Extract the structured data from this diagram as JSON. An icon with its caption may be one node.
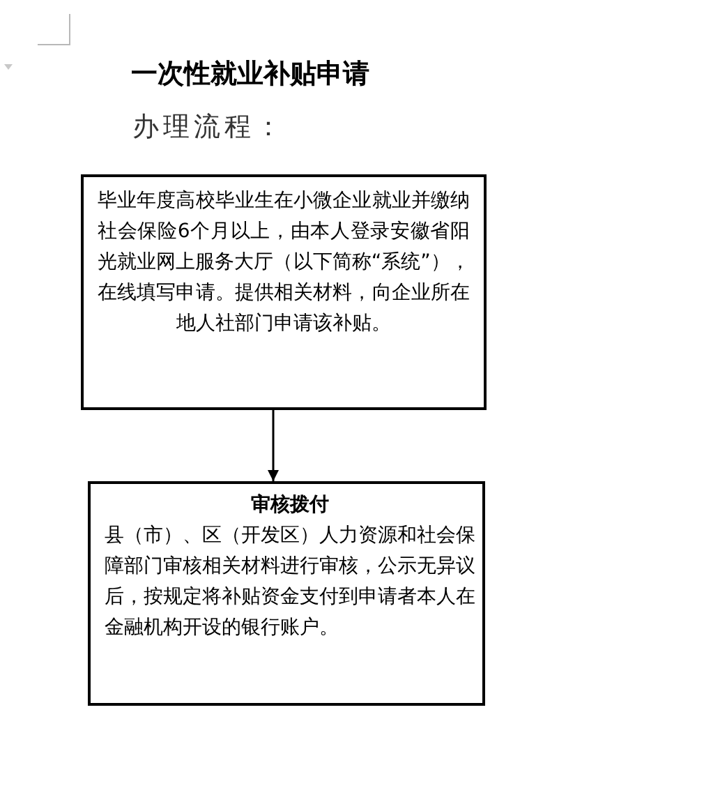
{
  "diagram": {
    "title": "一次性就业补贴申请",
    "nodes": [
      {
        "text": [
          "毕业年度高校毕业生在小微企业就业并缴纳社会保险6个月以上，由本人登录安徽省阳光就业网上服务大厅（以下简称“系统”），在线填写申请。提供相关材料，向企业所在地人社部门申请该补贴。"
        ]
      },
      {
        "text": [
          "审核拨付",
          "县（市）、区（开发区）人力资源和社会保障部门审核相关材料进行审核，公示无异议后，按规定将补贴资金支付到申请者本人在金融机构开设的银行账户。"
        ]
      }
    ],
    "edges": [
      {
        "from": 0,
        "to": 1,
        "arrow": "to"
      }
    ],
    "labels": [
      "办理流程："
    ]
  }
}
